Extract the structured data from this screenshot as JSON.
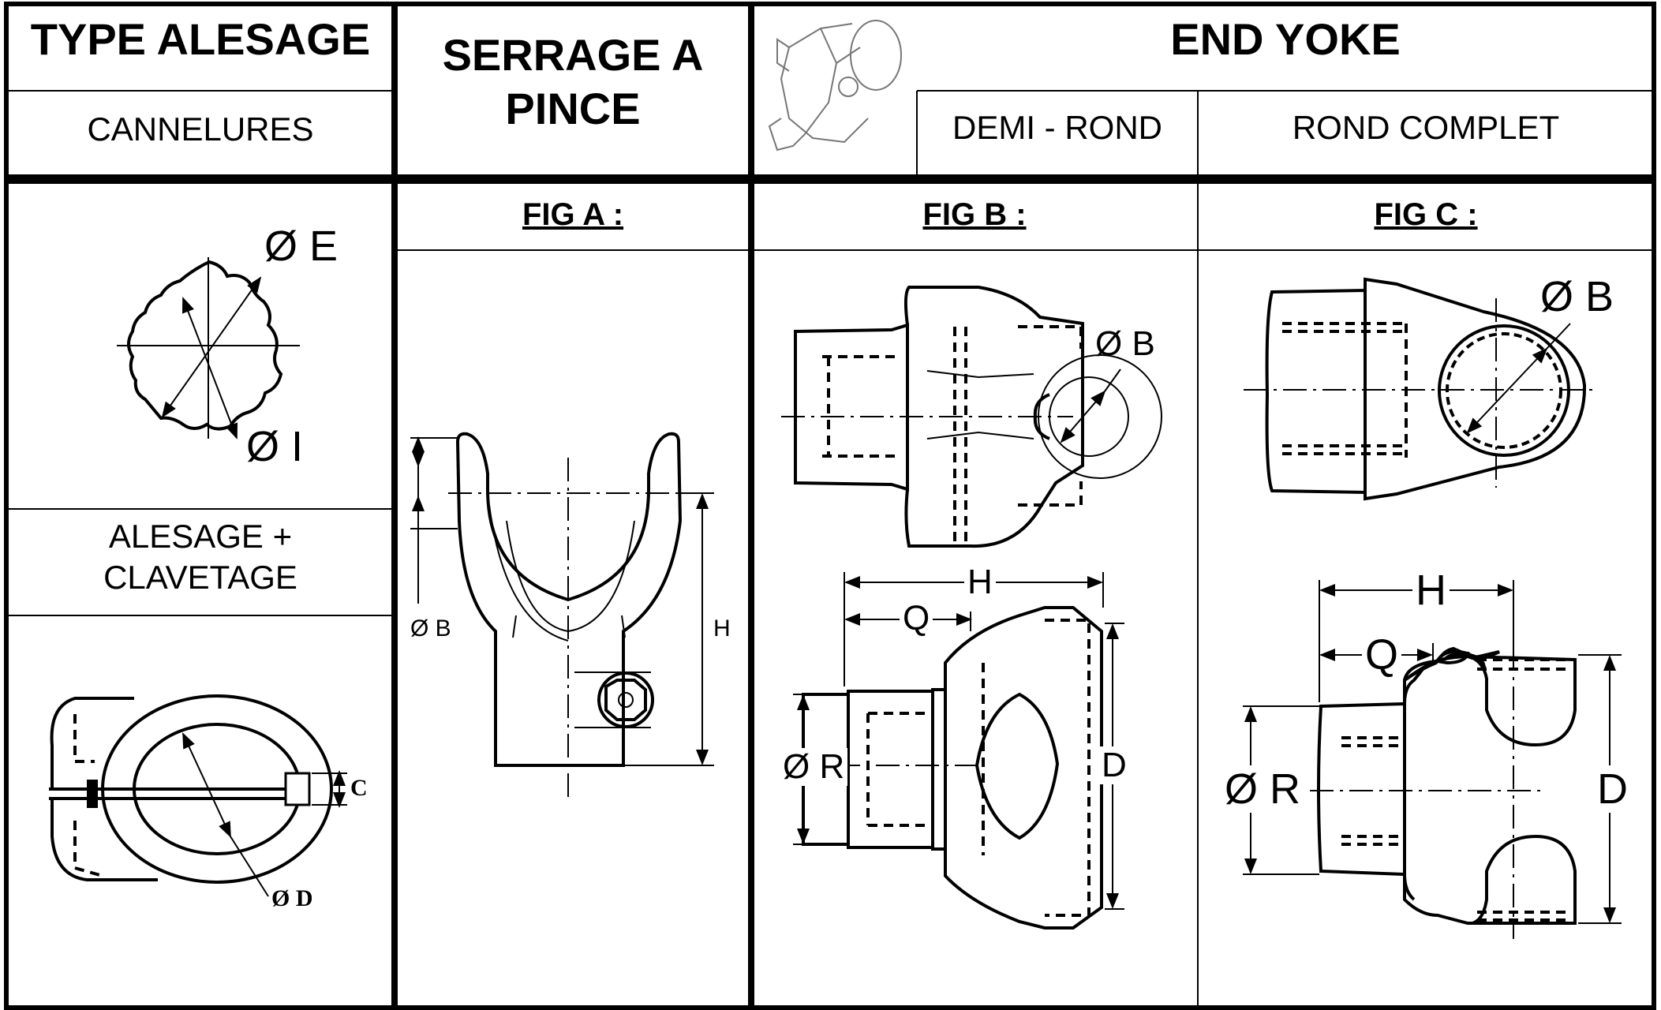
{
  "headers": {
    "type_alesage": "TYPE ALESAGE",
    "cannelures": "CANNELURES",
    "serrage_line1": "SERRAGE A",
    "serrage_line2": "PINCE",
    "end_yoke": "END YOKE",
    "demi_rond": "DEMI - ROND",
    "rond_complet": "ROND COMPLET",
    "alesage_line1": "ALESAGE +",
    "alesage_line2": "CLAVETAGE"
  },
  "figures": {
    "fig_a": "FIG A :",
    "fig_b": "FIG B :",
    "fig_c": "FIG C :"
  },
  "dimensions": {
    "e": "Ø E",
    "i": "Ø I",
    "c": "C",
    "d_small": "Ø D",
    "b_a": "Ø B",
    "h_a": "H",
    "b_b": "Ø B",
    "h_b": "H",
    "q_b": "Q",
    "r_b": "Ø R",
    "d_b": "D",
    "b_c": "Ø B",
    "h_c": "H",
    "q_c": "Q",
    "r_c": "Ø R",
    "d_c": "D"
  }
}
